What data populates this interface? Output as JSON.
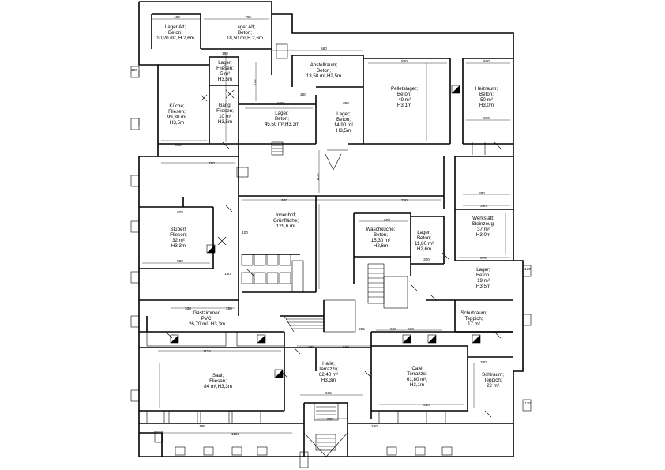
{
  "colors": {
    "line": "#000000",
    "background": "#ffffff"
  },
  "rooms": [
    {
      "id": "lager-alt-1",
      "lines": [
        "Lager Alt;",
        "Beton;",
        "10,20 m², H 2,6m"
      ]
    },
    {
      "id": "lager-alt-2",
      "lines": [
        "Lager Alt;",
        "Beton;",
        "18,50 m²,H 2,6m"
      ]
    },
    {
      "id": "abstellraum",
      "lines": [
        "Abstellraum;",
        "Beton;",
        "13,50 m²,H2,5m"
      ]
    },
    {
      "id": "pelletslager",
      "lines": [
        "Pelletslager;",
        "Beton;",
        "49 m²",
        "H3,1m"
      ]
    },
    {
      "id": "heizraum",
      "lines": [
        "Heizraum;",
        "Beton;",
        "50 m²",
        "H3,0m"
      ]
    },
    {
      "id": "lager-fliesen",
      "lines": [
        "Lager;",
        "Fliesen;",
        "5 m²",
        "H3,5m"
      ]
    },
    {
      "id": "kueche",
      "lines": [
        "Küche;",
        "Fliesen;",
        "99,30 m²",
        "H3,5m"
      ]
    },
    {
      "id": "gang",
      "lines": [
        "Gang;",
        "Fliesen;",
        "10 m²",
        "H3,5m"
      ]
    },
    {
      "id": "lager-beton-45",
      "lines": [
        "Lager;",
        "Beton;",
        "45,50 m²,H3,3m"
      ]
    },
    {
      "id": "lager-beton-14",
      "lines": [
        "Lager;",
        "Beton;",
        "14,90 m²",
        "H3,5m"
      ]
    },
    {
      "id": "innenhof",
      "lines": [
        "Innenhof;",
        "Grünfläche;",
        "129,6 m²"
      ]
    },
    {
      "id": "stueberl",
      "lines": [
        "Stüberl;",
        "Fliesen;",
        "32 m²",
        "H3,3m"
      ]
    },
    {
      "id": "waschkueche",
      "lines": [
        "Waschküche;",
        "Beton;",
        "15,30 m²",
        "H2,6m"
      ]
    },
    {
      "id": "lager-beton-11",
      "lines": [
        "Lager;",
        "Beton;",
        "11,80 m²",
        "H2,6m"
      ]
    },
    {
      "id": "werkstatt",
      "lines": [
        "Werkstatt;",
        "Steinzeug;",
        "37 m²",
        "H3,0m"
      ]
    },
    {
      "id": "lager-beton-19",
      "lines": [
        "Lager;",
        "Beton;",
        "19 m²",
        "H3,5m"
      ]
    },
    {
      "id": "gastzimmer",
      "lines": [
        "Gastzimmer;",
        "PVC;",
        "26,70 m², H3,3m"
      ]
    },
    {
      "id": "schuhraum",
      "lines": [
        "Schuhraum;",
        "Teppich;",
        "17 m²"
      ]
    },
    {
      "id": "saal",
      "lines": [
        "Saal;",
        "Fliesen;",
        "84 m²,H3,3m"
      ]
    },
    {
      "id": "halle",
      "lines": [
        "Halle;",
        "Terrazzo;",
        "62,40 m²",
        "H3,3m"
      ]
    },
    {
      "id": "cafe",
      "lines": [
        "Café",
        "Terrazzo;",
        "61,80 m²;",
        "H3,1m"
      ]
    },
    {
      "id": "schiraum",
      "lines": [
        "Schiraum;",
        "Teppich;",
        "22 m²"
      ]
    }
  ],
  "dimensions": [
    {
      "id": "d1",
      "text": "400"
    },
    {
      "id": "d2",
      "text": "760"
    },
    {
      "id": "d3",
      "text": "560"
    },
    {
      "id": "d4",
      "text": "180"
    },
    {
      "id": "d5",
      "text": "800"
    },
    {
      "id": "d6",
      "text": "600"
    },
    {
      "id": "d7",
      "text": "1120"
    },
    {
      "id": "d8",
      "text": "720"
    },
    {
      "id": "d9",
      "text": "650"
    },
    {
      "id": "d10",
      "text": "250"
    },
    {
      "id": "d11",
      "text": "350"
    },
    {
      "id": "d12",
      "text": "810"
    },
    {
      "id": "d13",
      "text": "850"
    },
    {
      "id": "d14",
      "text": "750"
    },
    {
      "id": "d15",
      "text": "970"
    },
    {
      "id": "d16",
      "text": "760"
    },
    {
      "id": "d17",
      "text": "880"
    },
    {
      "id": "d18",
      "text": "570"
    },
    {
      "id": "d19",
      "text": "390"
    },
    {
      "id": "d20",
      "text": "370"
    },
    {
      "id": "d21",
      "text": "850"
    },
    {
      "id": "d22",
      "text": "300"
    },
    {
      "id": "d23",
      "text": "870"
    },
    {
      "id": "d24",
      "text": "250"
    },
    {
      "id": "d25",
      "text": "330"
    },
    {
      "id": "d26",
      "text": "1115"
    },
    {
      "id": "d27",
      "text": "280"
    },
    {
      "id": "d28",
      "text": "560"
    },
    {
      "id": "d29",
      "text": "520"
    },
    {
      "id": "d30",
      "text": "255"
    },
    {
      "id": "d31",
      "text": "810"
    },
    {
      "id": "d32",
      "text": "565"
    },
    {
      "id": "d33",
      "text": "590"
    },
    {
      "id": "d34",
      "text": "550"
    },
    {
      "id": "d35",
      "text": "1150"
    },
    {
      "id": "d36",
      "text": "195"
    },
    {
      "id": "d37",
      "text": "260"
    },
    {
      "id": "d38",
      "text": "380"
    },
    {
      "id": "d39",
      "text": "130"
    },
    {
      "id": "d40",
      "text": "100"
    },
    {
      "id": "d41",
      "text": "190"
    },
    {
      "id": "d42",
      "text": "180"
    }
  ]
}
